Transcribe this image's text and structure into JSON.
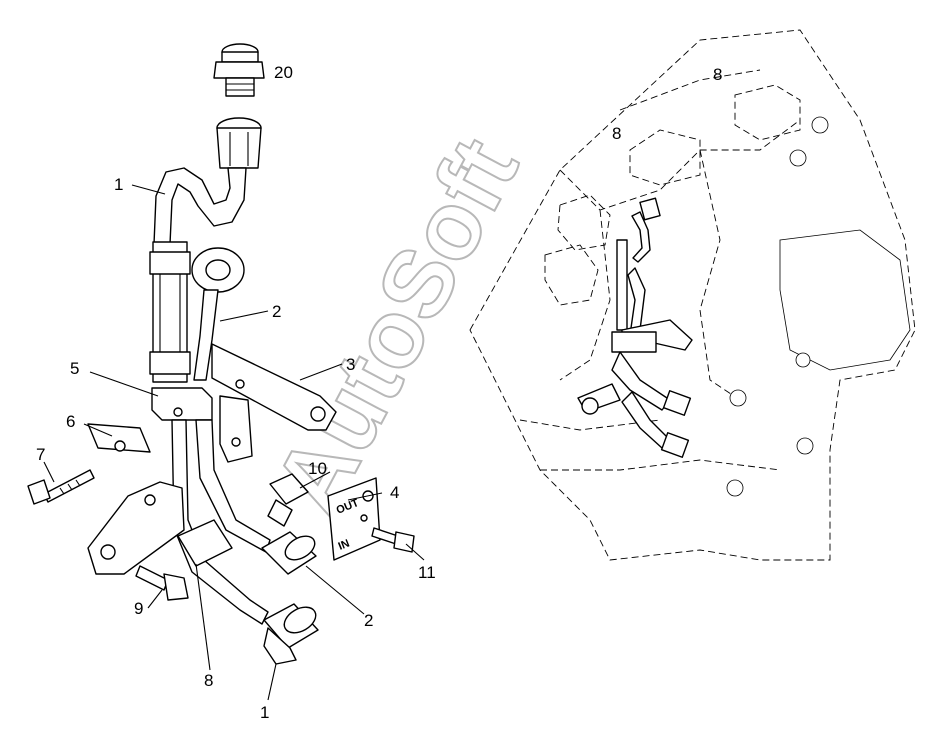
{
  "diagram": {
    "watermark": "AutoSoft",
    "plate": {
      "out_label": "OUT",
      "in_label": "IN"
    },
    "callouts": [
      {
        "id": "c20",
        "text": "20"
      },
      {
        "id": "c1a",
        "text": "1"
      },
      {
        "id": "c2a",
        "text": "2"
      },
      {
        "id": "c3",
        "text": "3"
      },
      {
        "id": "c5",
        "text": "5"
      },
      {
        "id": "c6",
        "text": "6"
      },
      {
        "id": "c7",
        "text": "7"
      },
      {
        "id": "c10",
        "text": "10"
      },
      {
        "id": "c4",
        "text": "4"
      },
      {
        "id": "c11",
        "text": "11"
      },
      {
        "id": "c9",
        "text": "9"
      },
      {
        "id": "c2b",
        "text": "2"
      },
      {
        "id": "c8",
        "text": "8"
      },
      {
        "id": "c1b",
        "text": "1"
      }
    ],
    "engine_marks": [
      {
        "id": "m1",
        "text": "8"
      },
      {
        "id": "m2",
        "text": "8"
      }
    ]
  }
}
